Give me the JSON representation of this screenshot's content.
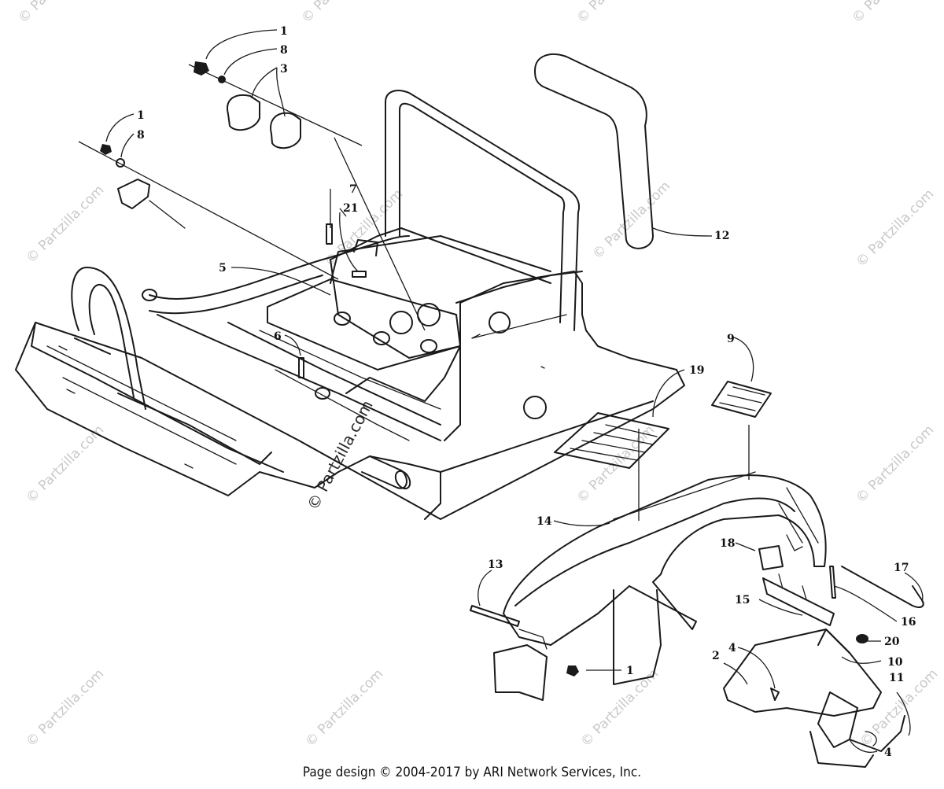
{
  "footer": {
    "text": "Page design © 2004-2017 by ARI Network Services, Inc."
  },
  "watermark": {
    "text": "© Partzilla.com"
  },
  "callouts": {
    "c1a": "1",
    "c8a": "8",
    "c3": "3",
    "c1b": "1",
    "c8b": "8",
    "c7": "7",
    "c21": "21",
    "c12": "12",
    "c5": "5",
    "c6": "6",
    "c9": "9",
    "c19": "19",
    "c14": "14",
    "c18": "18",
    "c13": "13",
    "c17": "17",
    "c15": "15",
    "c16": "16",
    "c4a": "4",
    "c20": "20",
    "c2": "2",
    "c10": "10",
    "c1c": "1",
    "c11": "11",
    "c4b": "4"
  }
}
